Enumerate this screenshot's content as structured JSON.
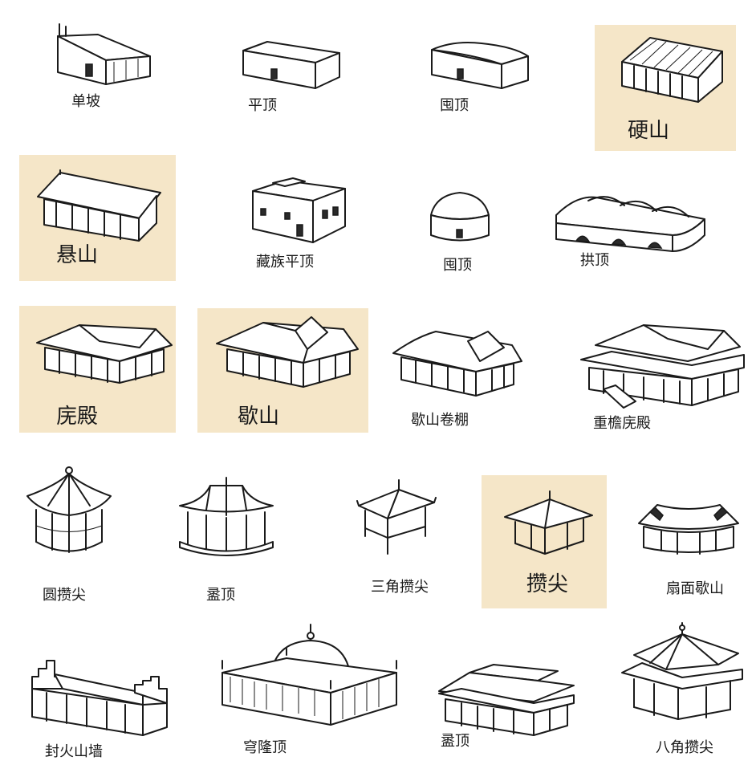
{
  "roof_types": [
    {
      "key": "dan_po",
      "label": "单坡",
      "highlighted": false
    },
    {
      "key": "ping_ding",
      "label": "平顶",
      "highlighted": false
    },
    {
      "key": "yuan_ding_flat",
      "label": "囤顶",
      "highlighted": false
    },
    {
      "key": "ying_shan",
      "label": "硬山",
      "highlighted": true
    },
    {
      "key": "xuan_shan",
      "label": "悬山",
      "highlighted": true
    },
    {
      "key": "zang_ping_ding",
      "label": "藏族平顶",
      "highlighted": false
    },
    {
      "key": "yuan_ding",
      "label": "囤顶",
      "highlighted": false
    },
    {
      "key": "gong_ding",
      "label": "拱顶",
      "highlighted": false
    },
    {
      "key": "wu_dian",
      "label": "庑殿",
      "highlighted": true
    },
    {
      "key": "xie_shan",
      "label": "歇山",
      "highlighted": true
    },
    {
      "key": "xie_shan_juan_peng",
      "label": "歇山卷棚",
      "highlighted": false
    },
    {
      "key": "chong_yan_wu_dian",
      "label": "重檐庑殿",
      "highlighted": false
    },
    {
      "key": "yuan_cuan_jian",
      "label": "圆攒尖",
      "highlighted": false
    },
    {
      "key": "lu_ding",
      "label": "盝顶",
      "highlighted": false
    },
    {
      "key": "san_jiao_cuan_jian",
      "label": "三角攒尖",
      "highlighted": false
    },
    {
      "key": "cuan_jian",
      "label": "攒尖",
      "highlighted": true
    },
    {
      "key": "shan_mian_xie_shan",
      "label": "扇面歇山",
      "highlighted": false
    },
    {
      "key": "feng_huo_shan_qiang",
      "label": "封火山墙",
      "highlighted": false
    },
    {
      "key": "qiong_long_ding",
      "label": "穹隆顶",
      "highlighted": false
    },
    {
      "key": "lu_ding_2",
      "label": "盝顶",
      "highlighted": false
    },
    {
      "key": "ba_jiao_cuan_jian",
      "label": "八角攒尖",
      "highlighted": false
    }
  ],
  "colors": {
    "highlight": "#f5e6c8",
    "ink": "#1a1a1a",
    "background": "#ffffff"
  }
}
